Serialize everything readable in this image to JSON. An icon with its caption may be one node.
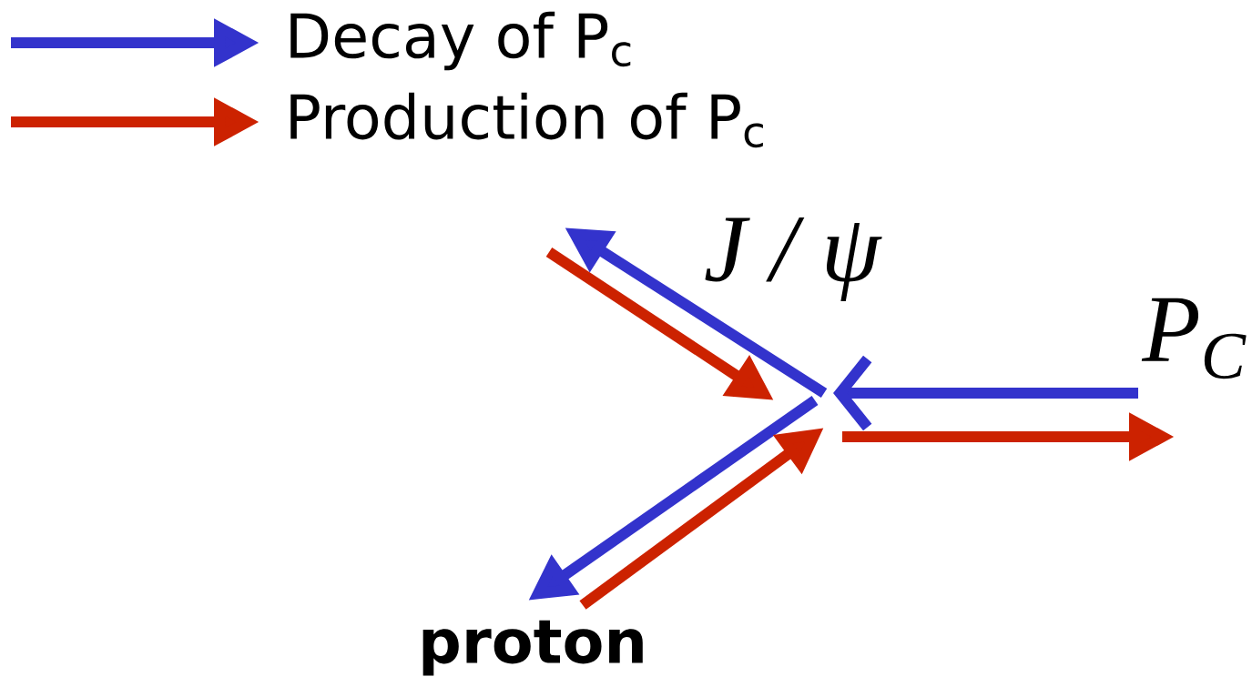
{
  "diagram": {
    "nodes": [
      {
        "text": [
          "J / ψ"
        ]
      },
      {
        "text": [
          "P$_{C}$"
        ]
      },
      {
        "text": [
          "proton"
        ]
      }
    ],
    "edges": [
      {
        "from": 0,
        "to": null,
        "arrow": "to",
        "color": "#3333cc"
      },
      {
        "from": null,
        "to": 0,
        "arrow": "to",
        "color": "#cc2200"
      },
      {
        "from": null,
        "to": 2,
        "arrow": "to",
        "color": "#3333cc"
      },
      {
        "from": 2,
        "to": null,
        "arrow": "to",
        "color": "#cc2200"
      },
      {
        "from": 1,
        "to": null,
        "arrow": "to",
        "color": "#3333cc"
      },
      {
        "from": null,
        "to": 1,
        "arrow": "to",
        "color": "#cc2200"
      }
    ],
    "legend": [
      {
        "text": "Decay of P$_{c}$"
      },
      {
        "text": "Production of P$_{c}$"
      }
    ]
  }
}
